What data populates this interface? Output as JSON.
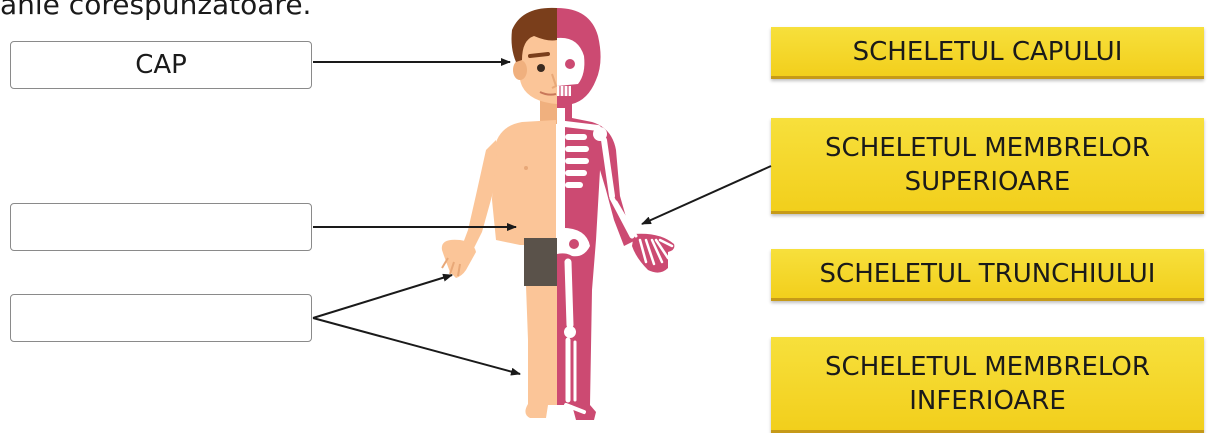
{
  "instruction": "anie corespunzătoare.",
  "answer_boxes": [
    "CAP",
    "",
    ""
  ],
  "labels": [
    {
      "line1": "SCHELETUL CAPULUI",
      "line2": ""
    },
    {
      "line1": "SCHELETUL MEMBRELOR",
      "line2": "SUPERIOARE"
    },
    {
      "line1": "SCHELETUL TRUNCHIULUI",
      "line2": ""
    },
    {
      "line1": "SCHELETUL MEMBRELOR",
      "line2": "INFERIOARE"
    }
  ],
  "colors": {
    "skin": "#fbc598",
    "skeleton": "#cc4a72",
    "bone": "#ffffff",
    "hair": "#7a3e1b",
    "shorts": "#5a524a",
    "label_bg": "#f5d628"
  }
}
